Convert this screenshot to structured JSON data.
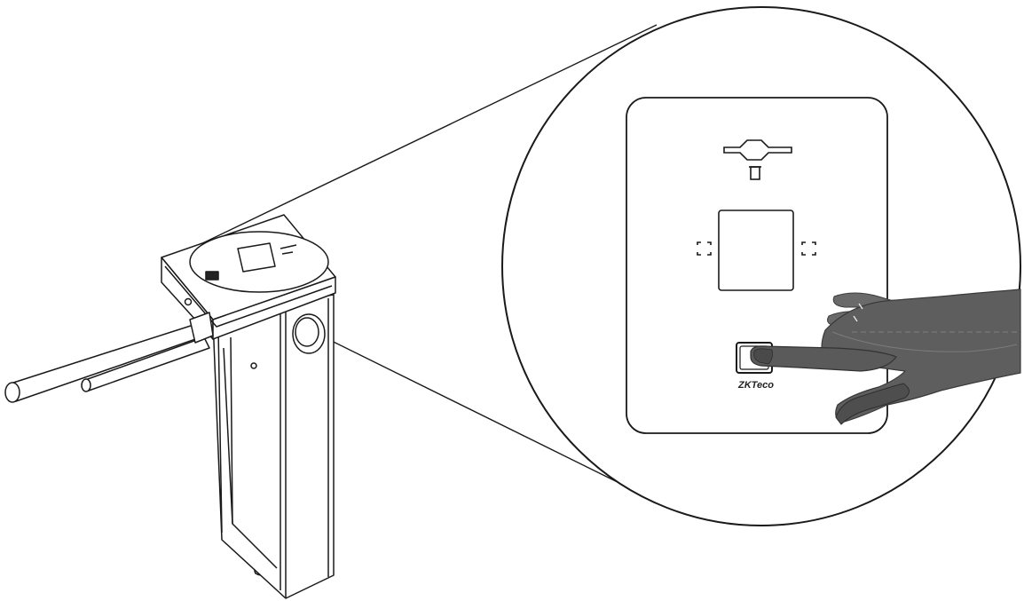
{
  "diagram": {
    "device": "tripod-turnstile",
    "zoom_callout": true,
    "panel": {
      "brand_logo": "ZKTeco",
      "icons": [
        "card-reader-icon",
        "qr-scan-icon",
        "fingerprint-sensor-icon"
      ]
    },
    "action": "finger-on-fingerprint-sensor",
    "colors": {
      "line": "#1a1a1a",
      "hand": "#5e5e5e",
      "hand_shadow": "#3d3d3d",
      "background": "#ffffff"
    }
  }
}
